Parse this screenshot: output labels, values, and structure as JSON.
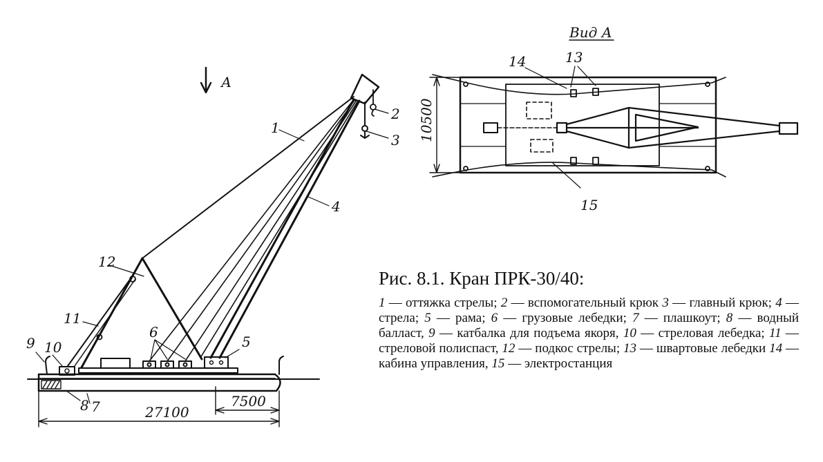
{
  "view_label": "Вид А",
  "arrow_label": "А",
  "dimensions": {
    "length_total": "27100",
    "length_rear": "7500",
    "width": "10500"
  },
  "labels_side": [
    "1",
    "2",
    "3",
    "4",
    "5",
    "6",
    "7",
    "8",
    "9",
    "10",
    "11",
    "12"
  ],
  "labels_plan": [
    "13",
    "14",
    "15"
  ],
  "caption": {
    "title": "Рис. 8.1. Кран ПРК-30/40:",
    "items": [
      {
        "num": "1",
        "text": "оттяжка стрелы;"
      },
      {
        "num": "2",
        "text": "вспомогательный крюк"
      },
      {
        "num": "3",
        "text": "главный крюк;"
      },
      {
        "num": "4",
        "text": "стрела;"
      },
      {
        "num": "5",
        "text": "рама;"
      },
      {
        "num": "6",
        "text": "грузовые лебедки;"
      },
      {
        "num": "7",
        "text": "плашкоут;"
      },
      {
        "num": "8",
        "text": "водный балласт,"
      },
      {
        "num": "9",
        "text": "катбалка для подъема якоря,"
      },
      {
        "num": "10",
        "text": "стреловая лебедка;"
      },
      {
        "num": "11",
        "text": "стреловой полиспаст,"
      },
      {
        "num": "12",
        "text": "подкос стрелы;"
      },
      {
        "num": "13",
        "text": "швартовые лебедки"
      },
      {
        "num": "14",
        "text": "кабина управления,"
      },
      {
        "num": "15",
        "text": "электростанция"
      }
    ]
  }
}
